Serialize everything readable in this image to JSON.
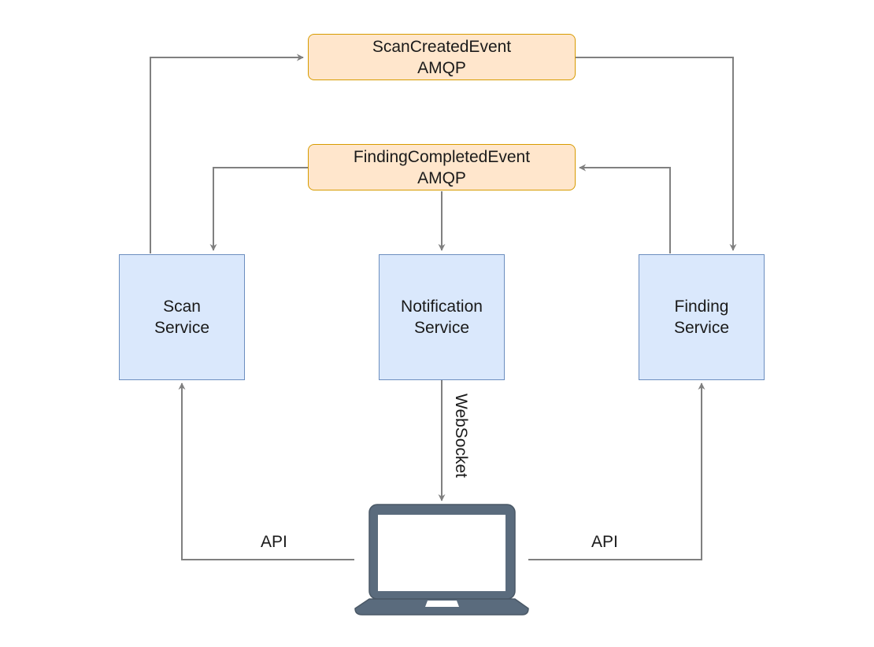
{
  "events": {
    "scan_created": {
      "name": "ScanCreatedEvent",
      "protocol": "AMQP"
    },
    "finding_completed": {
      "name": "FindingCompletedEvent",
      "protocol": "AMQP"
    }
  },
  "services": {
    "scan": {
      "line1": "Scan",
      "line2": "Service"
    },
    "notification": {
      "line1": "Notification",
      "line2": "Service"
    },
    "finding": {
      "line1": "Finding",
      "line2": "Service"
    }
  },
  "edges": {
    "websocket_label": "WebSocket",
    "api_left_label": "API",
    "api_right_label": "API"
  },
  "client": {
    "icon": "laptop-icon"
  },
  "colors": {
    "event_fill": "#ffe6cc",
    "event_border": "#d79b00",
    "service_fill": "#dae8fc",
    "service_border": "#6c8ebf",
    "connector": "#808080",
    "laptop": "#5a6b7d"
  }
}
